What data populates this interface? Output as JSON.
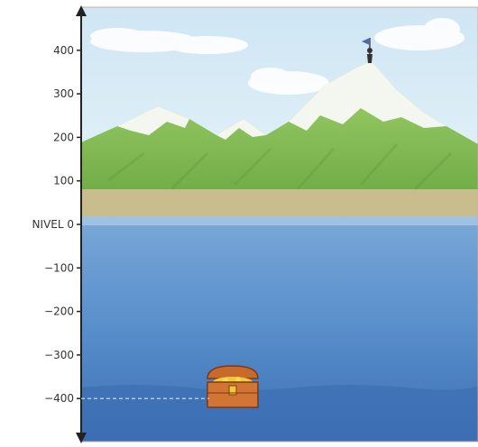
{
  "axis": {
    "ticks": [
      {
        "value": 400,
        "label": "400"
      },
      {
        "value": 300,
        "label": "300"
      },
      {
        "value": 200,
        "label": "200"
      },
      {
        "value": 100,
        "label": "100"
      },
      {
        "value": 0,
        "label": "NIVEL 0"
      },
      {
        "value": -100,
        "label": "−100"
      },
      {
        "value": -200,
        "label": "−200"
      },
      {
        "value": -300,
        "label": "−300"
      },
      {
        "value": -400,
        "label": "−400"
      }
    ]
  },
  "markers": {
    "summit_climber": {
      "icon": "climber-flag-icon",
      "value": 400
    },
    "treasure_chest": {
      "icon": "treasure-chest-icon",
      "value": -400
    }
  },
  "colors": {
    "sky": "#d8ecf6",
    "water": "#5a8fcb",
    "water_deep": "#3f74b8",
    "grass": "#8cc45a",
    "snow": "#f4f7ef",
    "sand": "#c9bd8e"
  }
}
